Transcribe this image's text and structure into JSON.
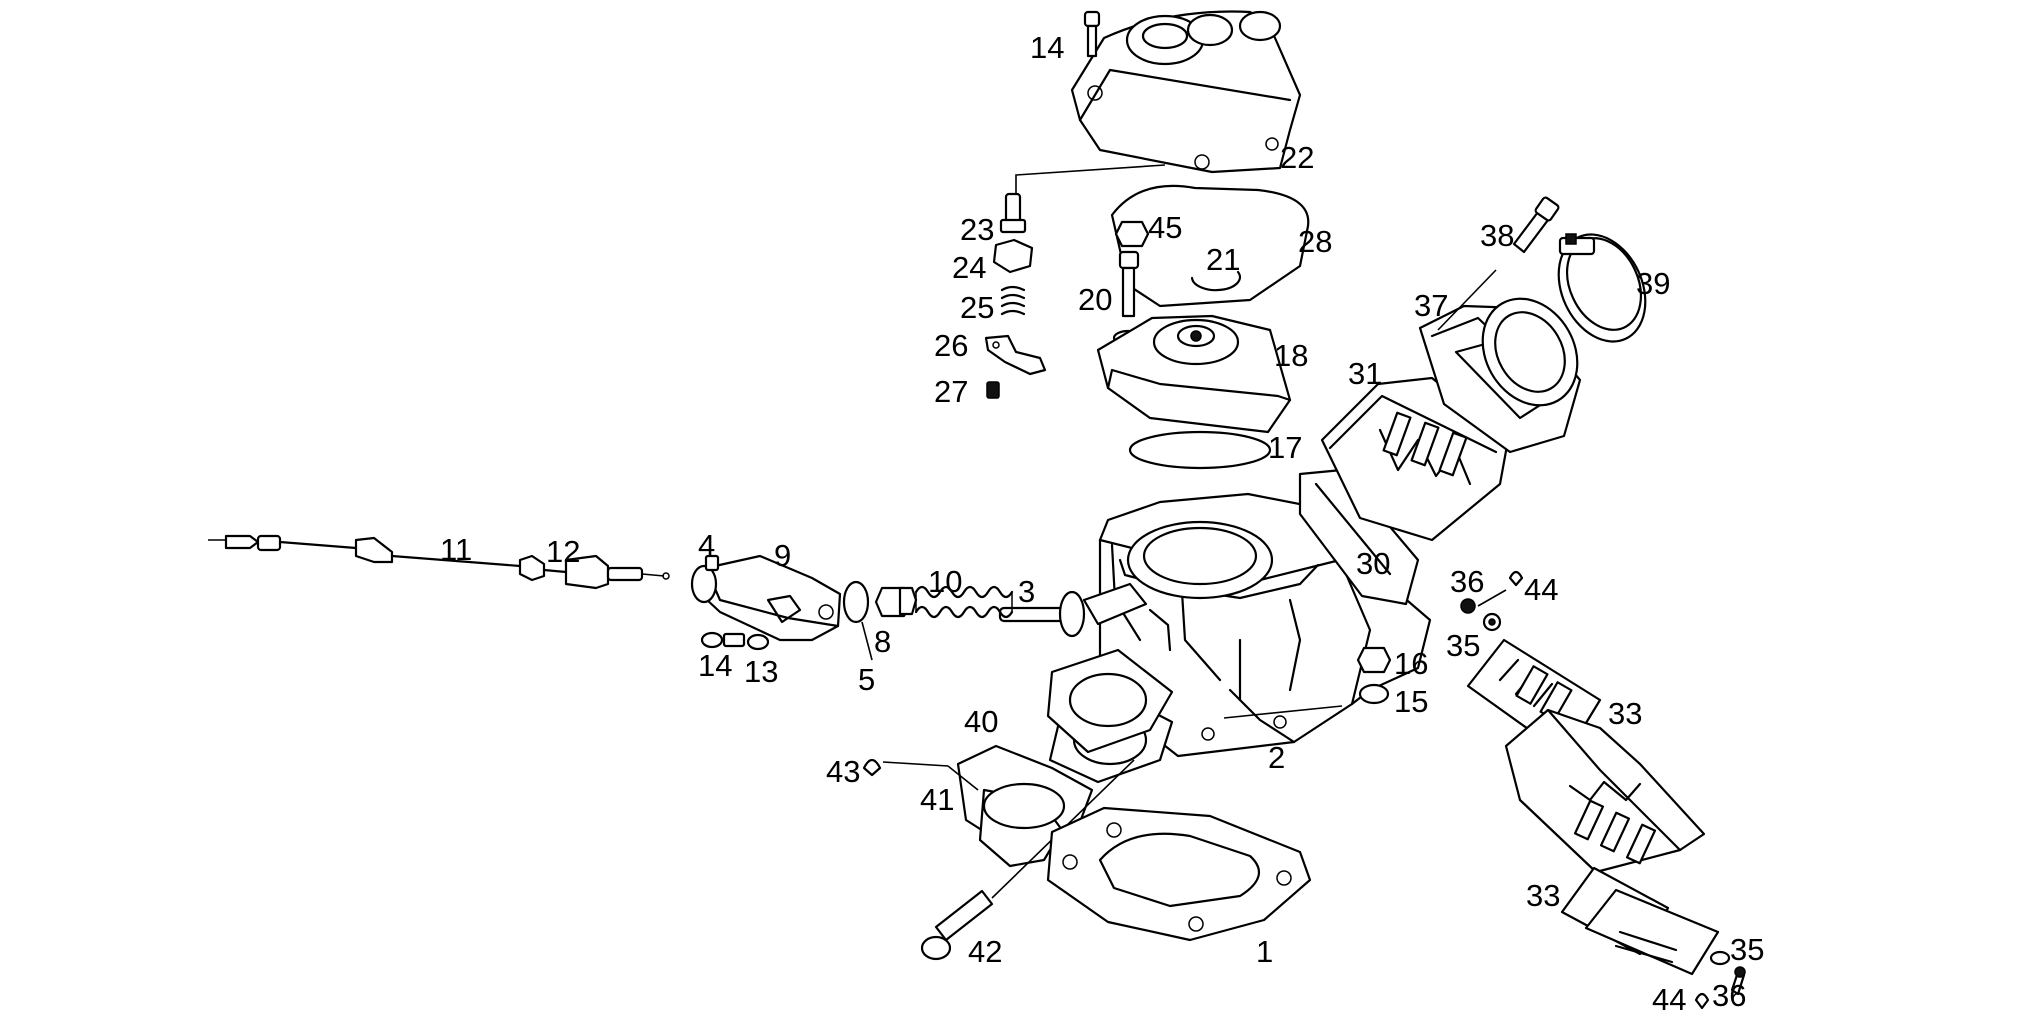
{
  "diagram": {
    "background": "#ffffff",
    "line_color": "#000000",
    "labels": [
      {
        "key": "l1",
        "text": "1"
      },
      {
        "key": "l2",
        "text": "2"
      },
      {
        "key": "l3",
        "text": "3"
      },
      {
        "key": "l4",
        "text": "4"
      },
      {
        "key": "l5",
        "text": "5"
      },
      {
        "key": "l8",
        "text": "8"
      },
      {
        "key": "l9",
        "text": "9"
      },
      {
        "key": "l10",
        "text": "10"
      },
      {
        "key": "l11",
        "text": "11"
      },
      {
        "key": "l12",
        "text": "12"
      },
      {
        "key": "l13",
        "text": "13"
      },
      {
        "key": "l14a",
        "text": "14"
      },
      {
        "key": "l14b",
        "text": "14"
      },
      {
        "key": "l15",
        "text": "15"
      },
      {
        "key": "l16",
        "text": "16"
      },
      {
        "key": "l17",
        "text": "17"
      },
      {
        "key": "l18",
        "text": "18"
      },
      {
        "key": "l20",
        "text": "20"
      },
      {
        "key": "l21",
        "text": "21"
      },
      {
        "key": "l22",
        "text": "22"
      },
      {
        "key": "l23",
        "text": "23"
      },
      {
        "key": "l24",
        "text": "24"
      },
      {
        "key": "l25",
        "text": "25"
      },
      {
        "key": "l26",
        "text": "26"
      },
      {
        "key": "l27",
        "text": "27"
      },
      {
        "key": "l28",
        "text": "28"
      },
      {
        "key": "l30",
        "text": "30"
      },
      {
        "key": "l31",
        "text": "31"
      },
      {
        "key": "l33a",
        "text": "33"
      },
      {
        "key": "l33b",
        "text": "33"
      },
      {
        "key": "l35a",
        "text": "35"
      },
      {
        "key": "l35b",
        "text": "35"
      },
      {
        "key": "l36a",
        "text": "36"
      },
      {
        "key": "l36b",
        "text": "36"
      },
      {
        "key": "l37",
        "text": "37"
      },
      {
        "key": "l38",
        "text": "38"
      },
      {
        "key": "l39",
        "text": "39"
      },
      {
        "key": "l40",
        "text": "40"
      },
      {
        "key": "l41",
        "text": "41"
      },
      {
        "key": "l42",
        "text": "42"
      },
      {
        "key": "l43",
        "text": "43"
      },
      {
        "key": "l44a",
        "text": "44"
      },
      {
        "key": "l44b",
        "text": "44"
      },
      {
        "key": "l45",
        "text": "45"
      }
    ]
  }
}
